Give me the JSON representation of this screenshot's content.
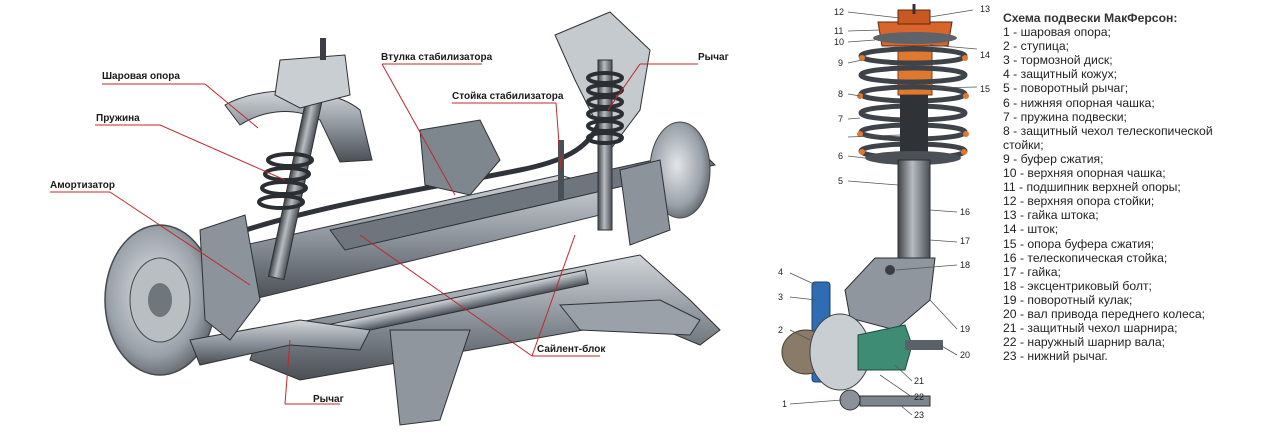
{
  "left_diagram": {
    "callouts": {
      "ball_joint": "Шаровая опора",
      "spring": "Пружина",
      "shock_absorber": "Амортизатор",
      "stabilizer_bushing": "Втулка стабилизатора",
      "stabilizer_link": "Стойка стабилизатора",
      "lever_top": "Рычаг",
      "silent_block": "Сайлент-блок",
      "lever_bottom": "Рычаг"
    }
  },
  "right_diagram": {
    "numbers": [
      "1",
      "2",
      "3",
      "4",
      "5",
      "6",
      "7",
      "8",
      "9",
      "10",
      "11",
      "12",
      "13",
      "14",
      "15",
      "16",
      "17",
      "18",
      "19",
      "20",
      "21",
      "22",
      "23"
    ]
  },
  "legend": {
    "title": "Схема подвески МакФерсон:",
    "items": [
      "1 - шаровая опора;",
      "2 - ступица;",
      "3 - тормозной диск;",
      "4 - защитный кожух;",
      "5 - поворотный рычаг;",
      "6 - нижняя опорная чашка;",
      "7 - пружина подвески;",
      "8 - защитный чехол телескопической",
      "стойки;",
      "9 - буфер сжатия;",
      "10 - верхняя опорная чашка;",
      "11 - подшипник верхней опоры;",
      "12 - верхняя опора стойки;",
      "13 - гайка штока;",
      "14 - шток;",
      "15 - опора буфера сжатия;",
      "16 - телескопическая стойка;",
      "17 - гайка;",
      "18 - эксцентриковый болт;",
      "19 - поворотный кулак;",
      "20 - вал привода переднего колеса;",
      "21 - защитный чехол шарнира;",
      "22 - наружный шарнир вала;",
      "23 - нижний рычаг."
    ]
  },
  "colors": {
    "leader_line": "#c0282c",
    "metal_dark": "#3d4147",
    "metal_mid": "#7c848c",
    "metal_light": "#c2c7cc",
    "spring_orange": "#d9652a",
    "boot_orange": "#e0792e",
    "hub_blue": "#2f6db3",
    "boot_teal": "#3d8c73"
  }
}
